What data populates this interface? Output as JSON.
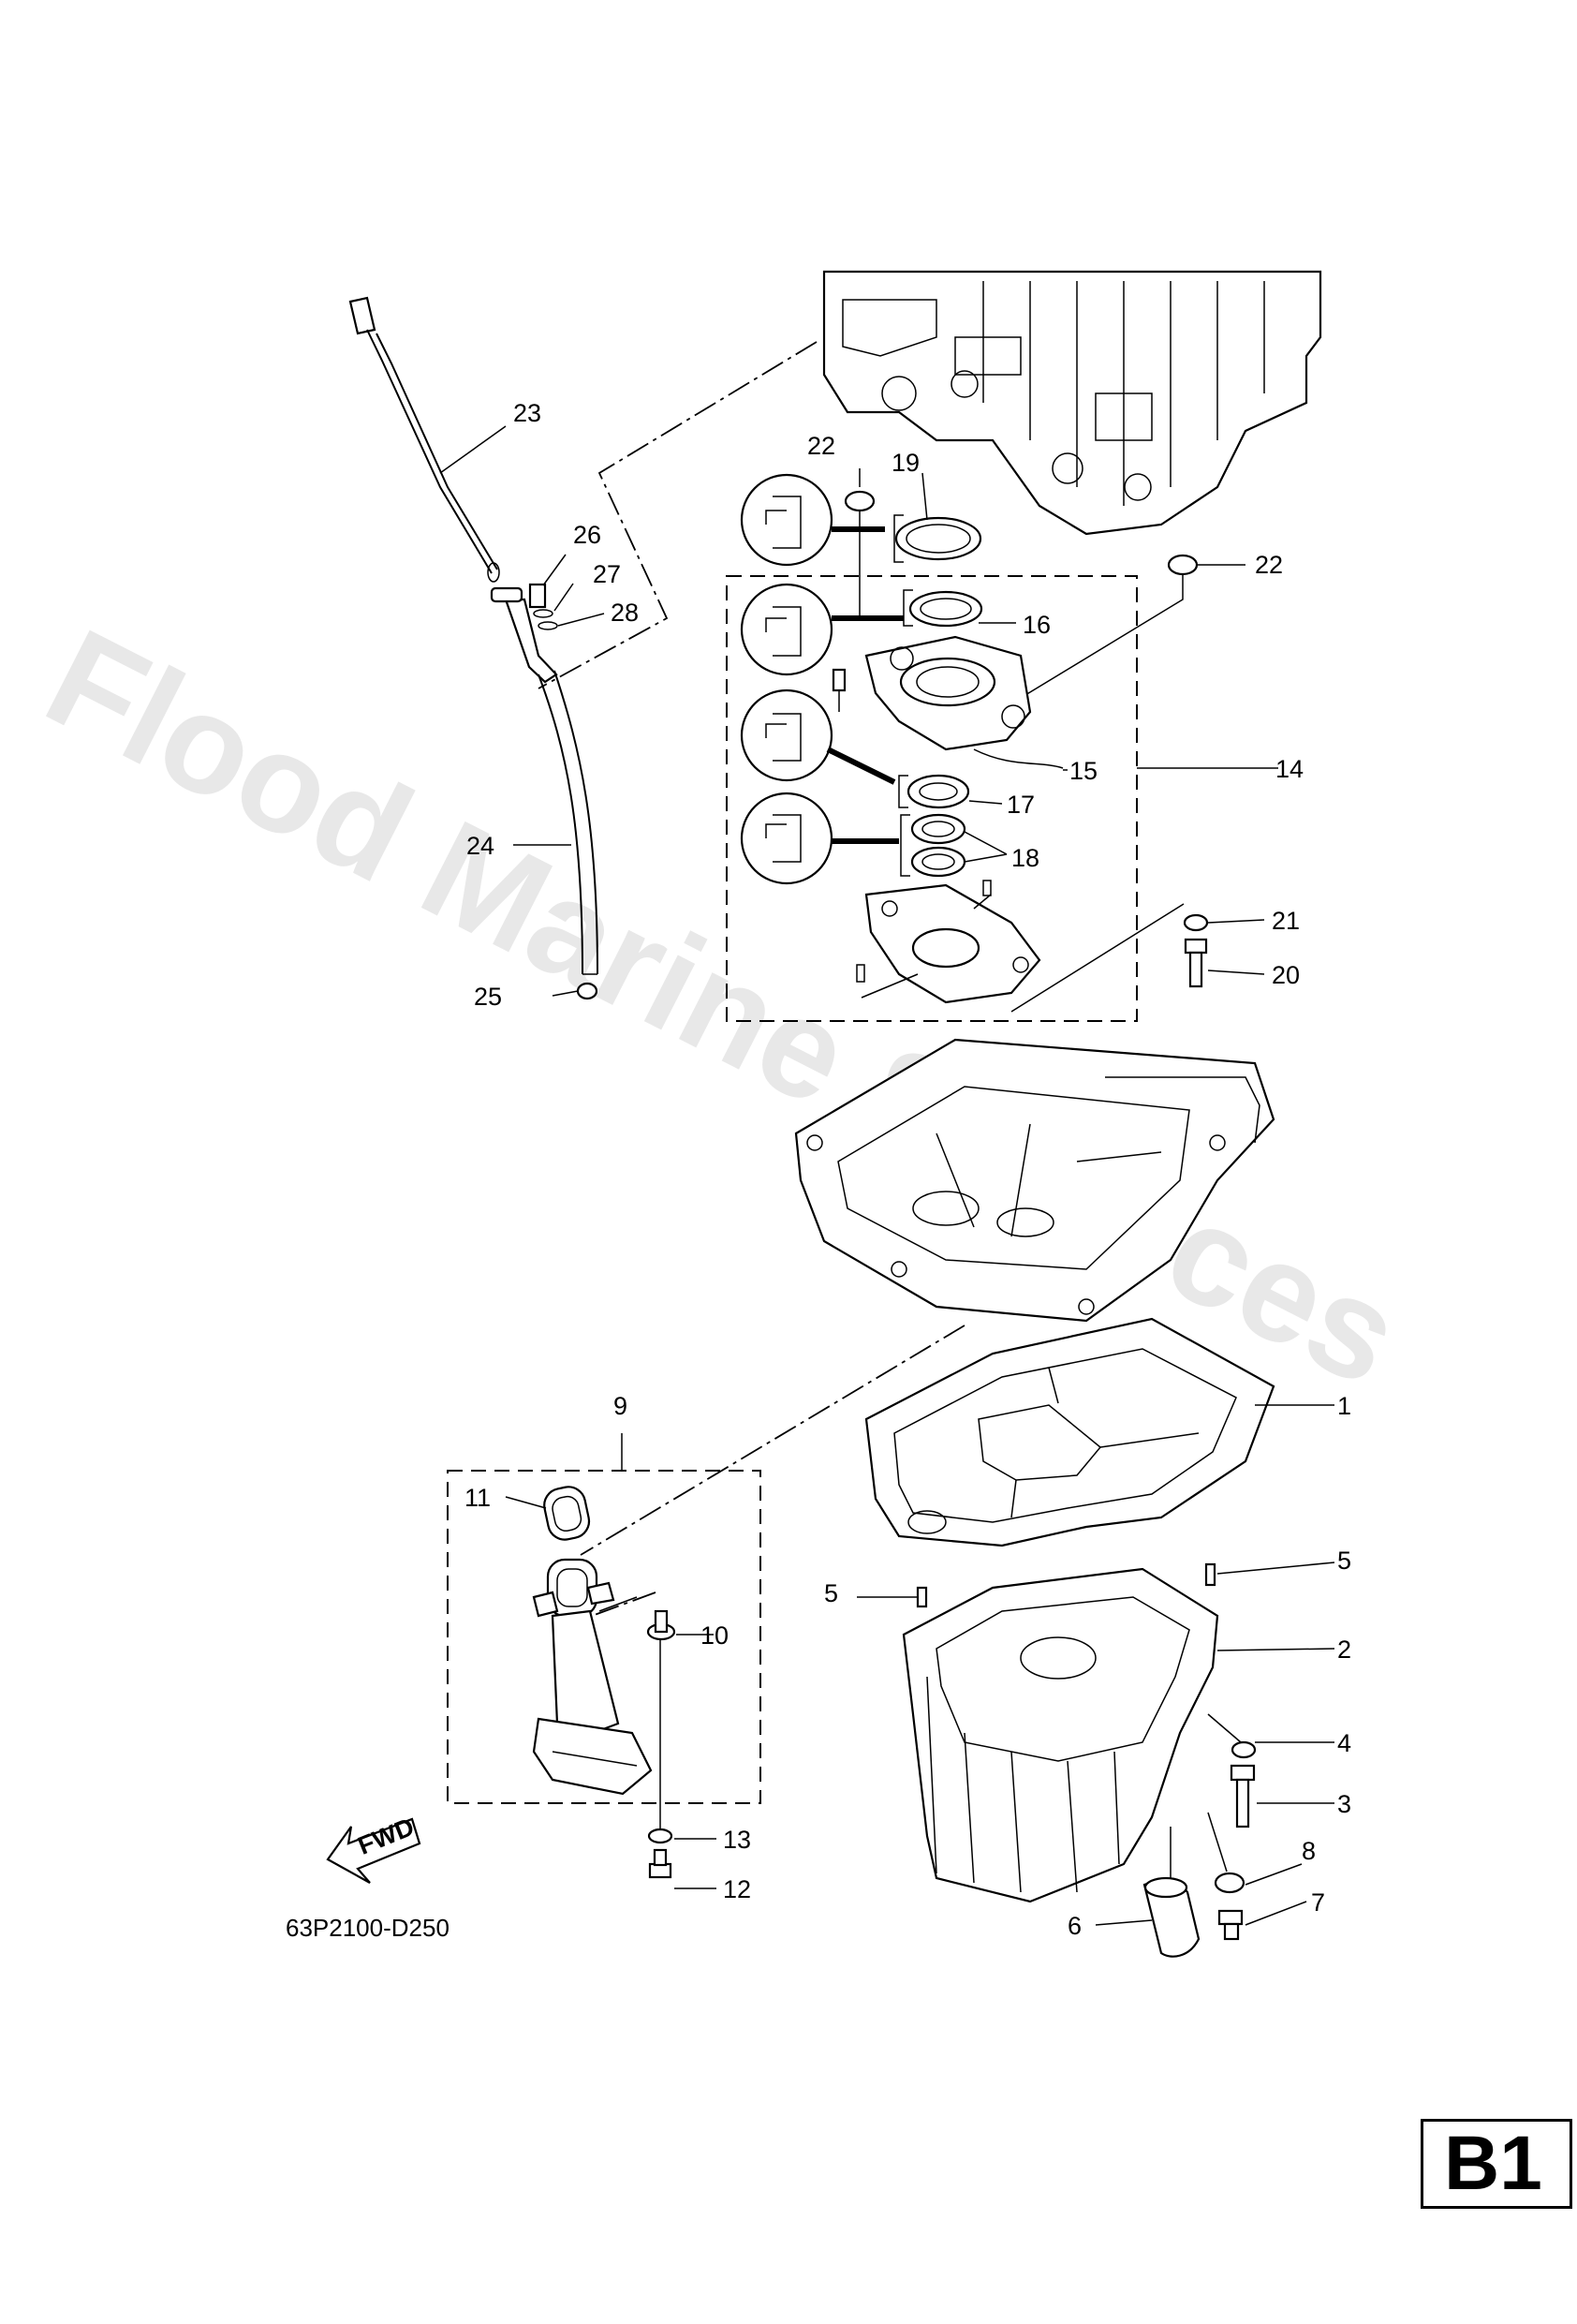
{
  "watermark": "Flood Marine Services",
  "diagram_code": "63P2100-D250",
  "page_id": "B1",
  "fwd_label": "FWD",
  "callouts": {
    "c1": "1",
    "c2": "2",
    "c3": "3",
    "c4": "4",
    "c5a": "5",
    "c5b": "5",
    "c6": "6",
    "c7": "7",
    "c8": "8",
    "c9": "9",
    "c10": "10",
    "c11": "11",
    "c12": "12",
    "c13": "13",
    "c14": "14",
    "c15": "15",
    "c16": "16",
    "c17": "17",
    "c18": "18",
    "c19": "19",
    "c20": "20",
    "c21": "21",
    "c22a": "22",
    "c22b": "22",
    "c23": "23",
    "c24": "24",
    "c25": "25",
    "c26": "26",
    "c27": "27",
    "c28": "28"
  }
}
